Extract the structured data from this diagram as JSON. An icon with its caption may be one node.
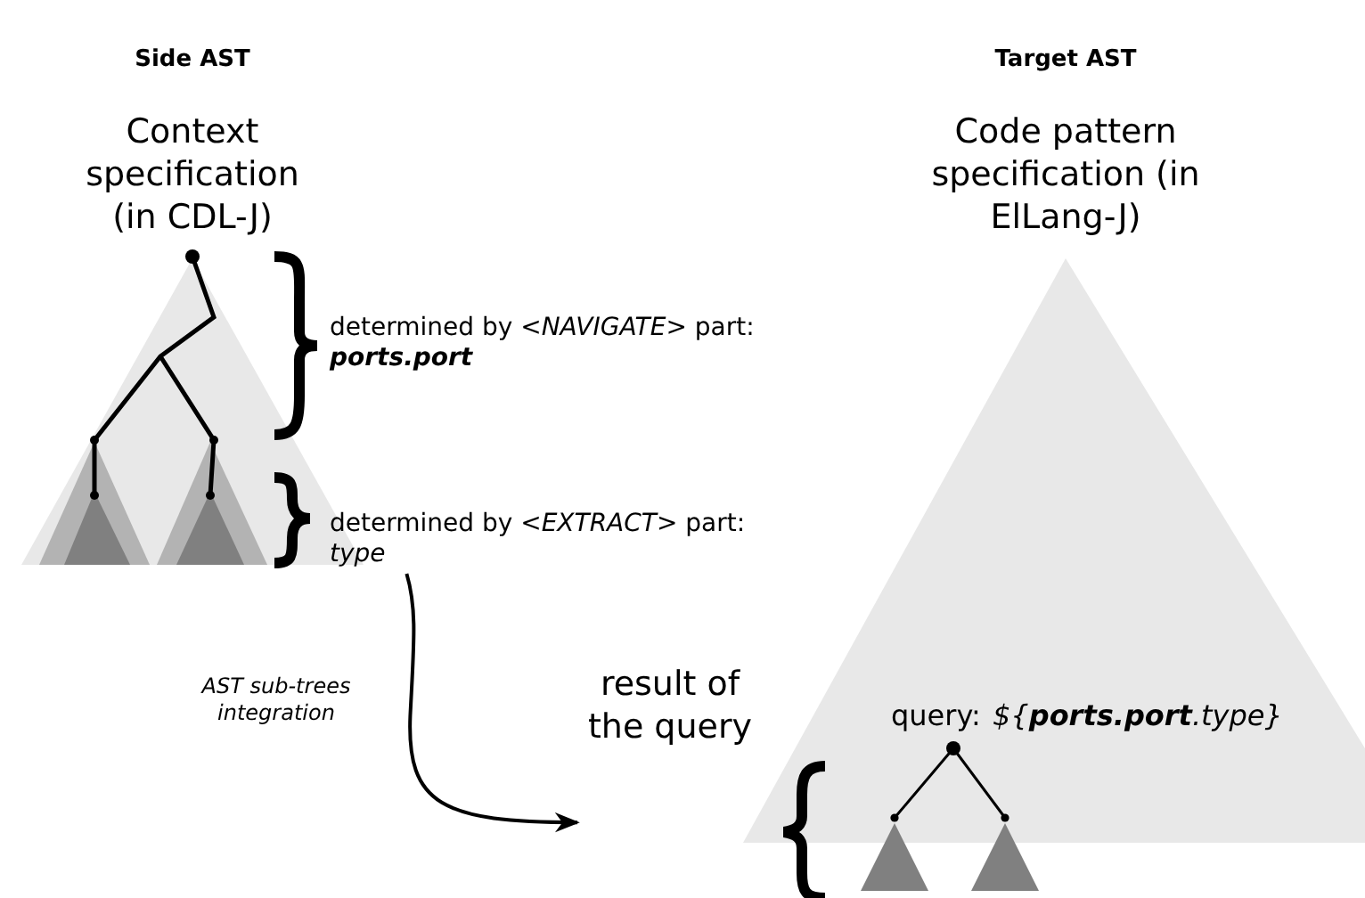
{
  "diagram": {
    "nodes": [
      {
        "text": [
          "determined by *<EXTRACT>* part: *type*"
        ]
      },
      {
        "text": [
          "result of the query"
        ]
      }
    ],
    "edges": [
      {
        "from": 0,
        "to": 1,
        "arrow": "to",
        "label": "AST sub-trees integration"
      }
    ],
    "labels": [
      "Side AST",
      "Target AST",
      "Context specification (in CDL-J)",
      "Code pattern specification (in ElLang-J)",
      "determined by *<NAVIGATE>* part: **ports.port**",
      "query:",
      "${**ports.port**.type}"
    ]
  }
}
